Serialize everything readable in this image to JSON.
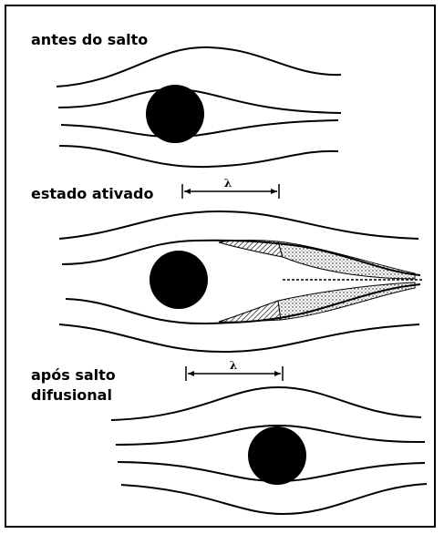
{
  "labels": {
    "before": "antes do salto",
    "activated": "estado ativado",
    "after_line1": "após salto",
    "after_line2": "difusional"
  },
  "lambda_symbol": "λ",
  "colors": {
    "ink": "#000000",
    "background": "#ffffff"
  }
}
